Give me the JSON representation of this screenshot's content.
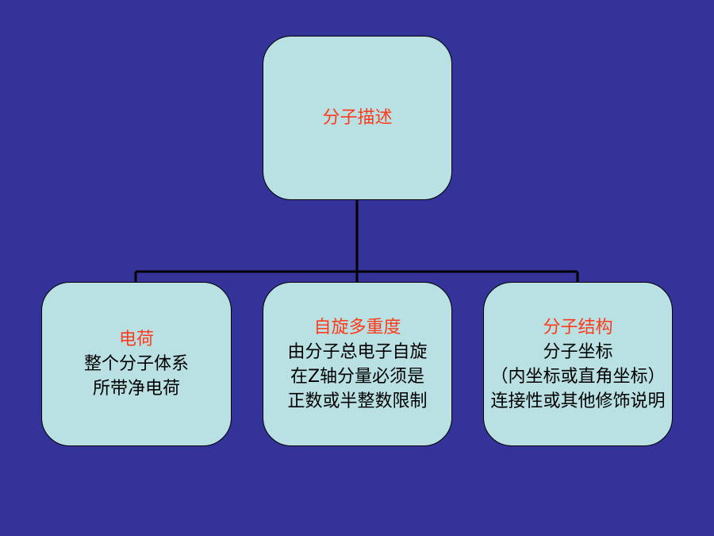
{
  "root": {
    "title": "分子描述"
  },
  "children": [
    {
      "title": "电荷",
      "lines": [
        "整个分子体系",
        "所带净电荷"
      ]
    },
    {
      "title": "自旋多重度",
      "lines": [
        "由分子总电子自旋",
        "在Z轴分量必须是",
        "正数或半整数限制"
      ]
    },
    {
      "title": "分子结构",
      "lines": [
        "分子坐标",
        "（内坐标或直角坐标）",
        "连接性或其他修饰说明"
      ]
    }
  ],
  "colors": {
    "background": "#333399",
    "box": "#b9e0e3",
    "title": "#ff3a1a"
  }
}
